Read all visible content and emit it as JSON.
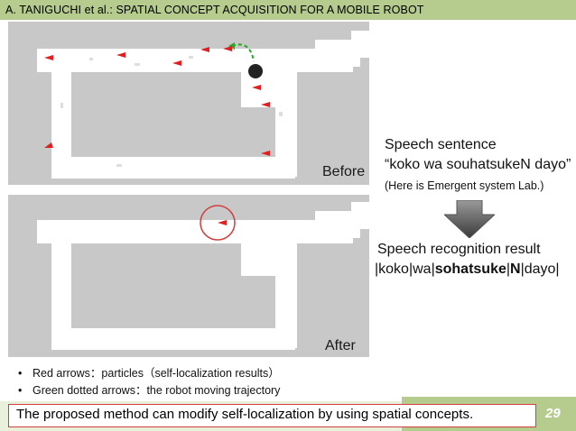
{
  "header": {
    "title": "A. TANIGUCHI et al.: SPATIAL CONCEPT ACQUISITION FOR A MOBILE ROBOT"
  },
  "maps": {
    "before_label": "Before",
    "after_label": "After"
  },
  "speech": {
    "sentence_heading": "Speech sentence",
    "sentence_text": "“koko wa souhatsukeN dayo”",
    "translation": "(Here is Emergent system Lab.)",
    "recognition_heading": "Speech recognition result",
    "recognition_tokens": [
      "|koko",
      "|wa",
      "|",
      "sohatsuke",
      "|",
      "N",
      "|dayo|"
    ]
  },
  "bullets": [
    "Red arrows：particles（self-localization results）",
    "Green dotted arrows：the robot moving trajectory"
  ],
  "callout": "The proposed method can modify self-localization by using spatial concepts.",
  "page_number": "29",
  "colors": {
    "header": "#b5cc8e",
    "particle": "#e02020",
    "trajectory": "#22aa22",
    "circle": "#d04040"
  }
}
